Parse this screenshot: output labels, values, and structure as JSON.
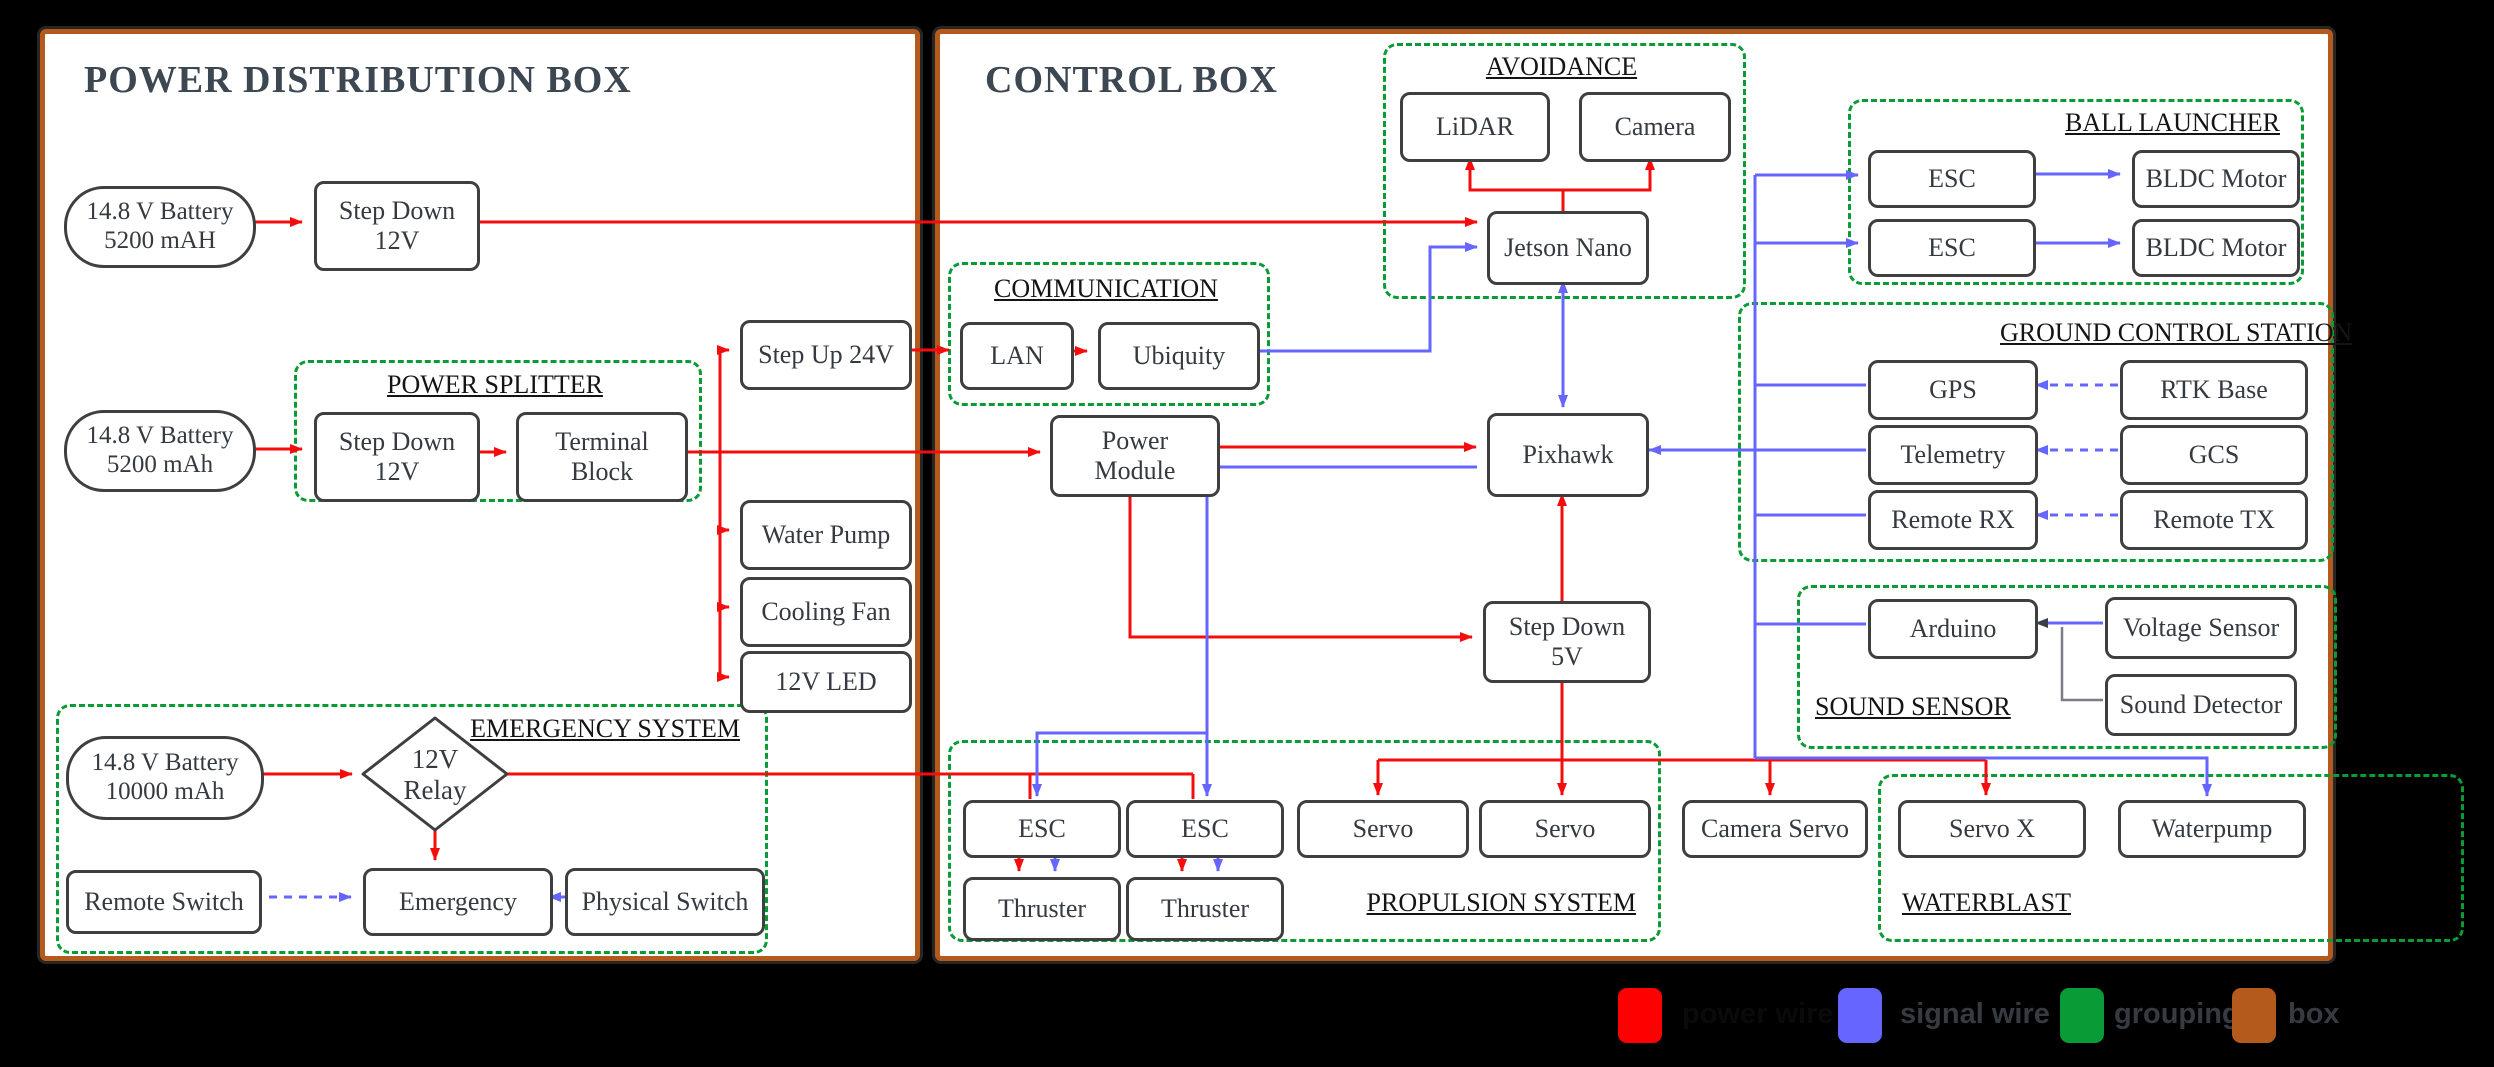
{
  "titles": {
    "panel1": "POWER DISTRIBUTION BOX",
    "panel2": "CONTROL BOX"
  },
  "groups": {
    "splitter": "POWER SPLITTER",
    "emergency": "EMERGENCY SYSTEM",
    "avoidance": "AVOIDANCE",
    "communication": "COMMUNICATION",
    "ball": "BALL LAUNCHER",
    "gcs": "GROUND CONTROL STATION",
    "sound": "SOUND SENSOR",
    "propulsion": "PROPULSION SYSTEM",
    "waterblast": "WATERBLAST"
  },
  "nodes": {
    "battery1": "14.8 V Battery\n5200 mAH",
    "stepdown12a": "Step Down\n12V",
    "battery2": "14.8 V Battery\n5200 mAh",
    "stepdown12b": "Step Down\n12V",
    "terminal_block": "Terminal\nBlock",
    "stepup24": "Step Up 24V",
    "water_pump": "Water Pump",
    "cooling_fan": "Cooling Fan",
    "led12v": "12V LED",
    "battery3": "14.8 V Battery\n10000 mAh",
    "relay12v": "12V\nRelay",
    "remote_switch": "Remote Switch",
    "emergency_node": "Emergency",
    "physical_switch": "Physical Switch",
    "lidar": "LiDAR",
    "camera": "Camera",
    "jetson": "Jetson Nano",
    "lan": "LAN",
    "ubiquity": "Ubiquity",
    "esc_ball1": "ESC",
    "bldc1": "BLDC Motor",
    "esc_ball2": "ESC",
    "bldc2": "BLDC Motor",
    "gps": "GPS",
    "rtk_base": "RTK Base",
    "telemetry": "Telemetry",
    "gcs_node": "GCS",
    "remote_rx": "Remote RX",
    "remote_tx": "Remote TX",
    "pixhawk": "Pixhawk",
    "power_module": "Power\nModule",
    "stepdown5": "Step Down\n5V",
    "arduino": "Arduino",
    "voltage_sensor": "Voltage Sensor",
    "sound_detector": "Sound Detector",
    "esc1": "ESC",
    "esc2": "ESC",
    "thruster1": "Thruster",
    "thruster2": "Thruster",
    "servo1": "Servo",
    "servo2": "Servo",
    "camera_servo": "Camera Servo",
    "servo_x": "Servo X",
    "waterpump_node": "Waterpump"
  },
  "legend": {
    "items": [
      {
        "name": "power-wire",
        "label": "power wire",
        "color": "#ff0000"
      },
      {
        "name": "signal-wire",
        "label": "signal wire",
        "color": "#6666ff"
      },
      {
        "name": "grouping",
        "label": "grouping",
        "color": "#089b36"
      },
      {
        "name": "box",
        "label": "box",
        "color": "#b55a1d"
      }
    ]
  },
  "colors": {
    "power": "#f50d0d",
    "signal": "#6666ff",
    "group_border": "#089b36",
    "panel_border": "#b55a1d",
    "node_border": "#3f3f3f",
    "background": "#000000"
  }
}
